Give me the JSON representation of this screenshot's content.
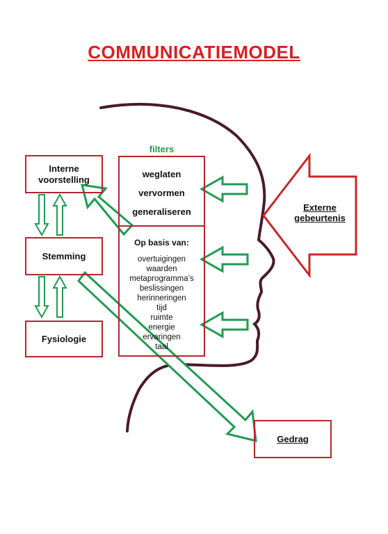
{
  "title": "COMMUNICATIEMODEL",
  "filters_label": "filters",
  "filters": [
    "weglaten",
    "vervormen",
    "generaliseren"
  ],
  "basis_heading": "Op basis van:",
  "basis_items": [
    "overtuigingen",
    "waarden",
    "metaprogramma’s",
    "beslissingen",
    "herinneringen",
    "tijd",
    "ruimte",
    "energie",
    "ervaringen",
    "taal"
  ],
  "left_boxes": {
    "interne_line1": "Interne",
    "interne_line2": "voorstelling",
    "stemming": "Stemming",
    "fysiologie": "Fysiologie"
  },
  "externe_line1": "Externe",
  "externe_line2": "gebeurtenis",
  "gedrag": "Gedrag",
  "colors": {
    "title": "#d61f26",
    "box_border": "#b3262c",
    "arrow_green": "#1e9b50",
    "head_outline": "#4a1a2a"
  }
}
